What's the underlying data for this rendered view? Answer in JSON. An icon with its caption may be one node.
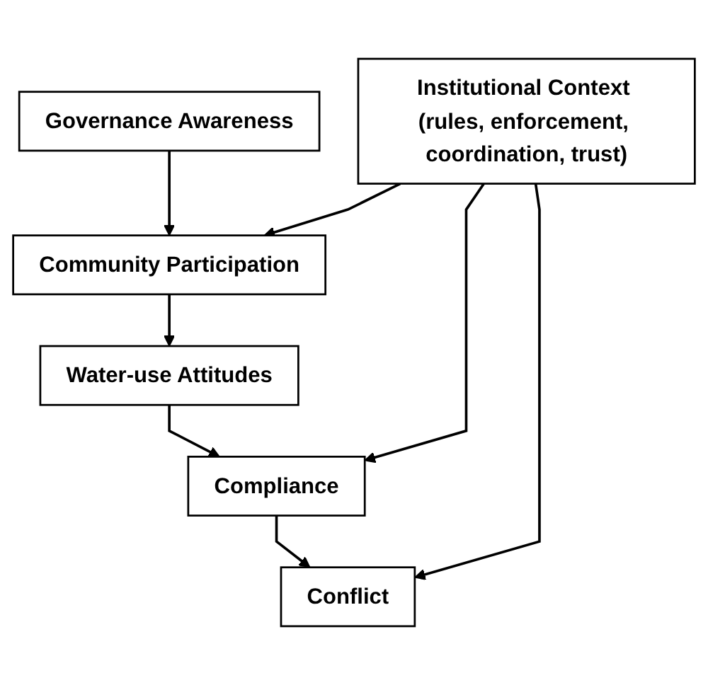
{
  "diagram": {
    "nodes": [
      {
        "text": [
          "Governance Awareness"
        ]
      },
      {
        "text": [
          "Community Participation"
        ]
      },
      {
        "text": [
          "Institutional Context (rules, enforcement, coordination, trust)"
        ]
      },
      {
        "text": [
          "Water-use Attitudes"
        ]
      },
      {
        "text": [
          "Compliance"
        ]
      },
      {
        "text": [
          "Conflict"
        ]
      }
    ],
    "edges": [
      {
        "from": 0,
        "to": 1,
        "arrow": "to"
      },
      {
        "from": 1,
        "to": 3,
        "arrow": "to"
      },
      {
        "from": 3,
        "to": 4,
        "arrow": "to"
      },
      {
        "from": 4,
        "to": 5,
        "arrow": "to"
      },
      {
        "from": 2,
        "to": 1,
        "arrow": "to"
      },
      {
        "from": 2,
        "to": 4,
        "arrow": "to"
      },
      {
        "from": 2,
        "to": 5,
        "arrow": "to"
      }
    ]
  }
}
